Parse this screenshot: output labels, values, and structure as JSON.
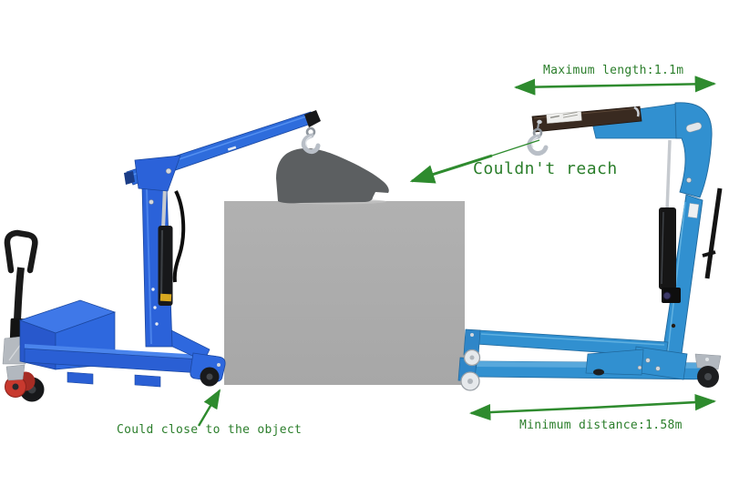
{
  "annotations": {
    "max_length": {
      "text": "Maximum length:1.1m"
    },
    "couldnt_reach": {
      "text": "Couldn't reach"
    },
    "could_close": {
      "text": "Could close to the object"
    },
    "min_distance": {
      "text": "Minimum distance:1.58m"
    }
  },
  "colors": {
    "background": "#ffffff",
    "annotation_text_green": "#2b7e2b",
    "arrow_green": "#2e8b2e",
    "left_crane_blue": "#2b62d9",
    "right_crane_blue": "#3190d0",
    "load_box_gray": "#ababab",
    "load_object_gray": "#5c5f61",
    "boom_extension_brown": "#392a20",
    "caster_red": "#c8392e"
  }
}
